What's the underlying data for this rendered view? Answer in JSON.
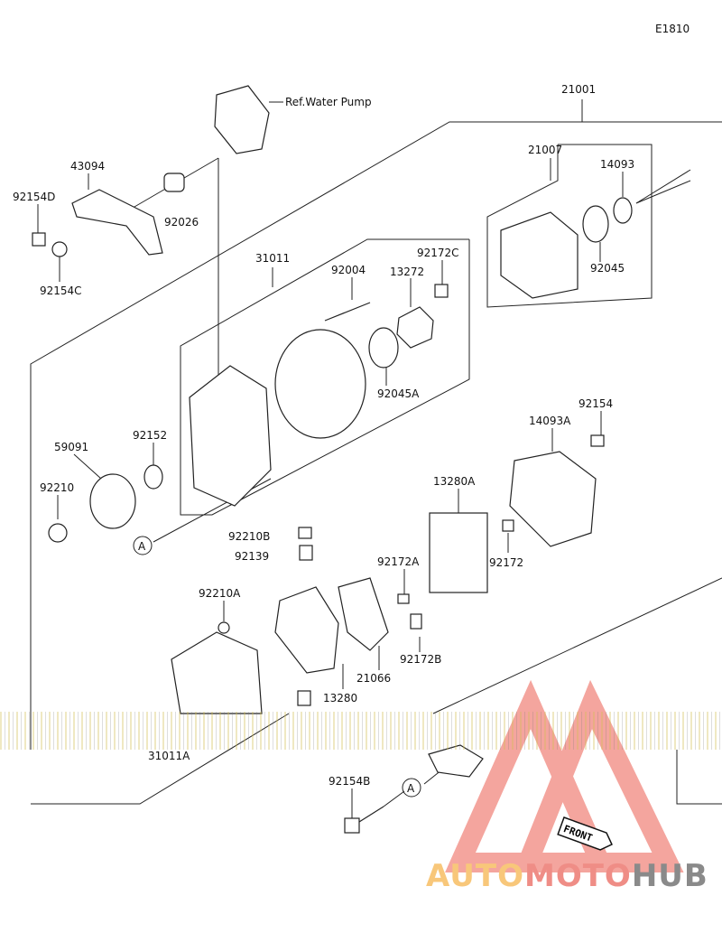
{
  "diagram_code": "E1810",
  "reference_label": "Ref.Water Pump",
  "parts": [
    {
      "id": "21001"
    },
    {
      "id": "43094"
    },
    {
      "id": "92154D"
    },
    {
      "id": "92026"
    },
    {
      "id": "92154C"
    },
    {
      "id": "21007"
    },
    {
      "id": "14093"
    },
    {
      "id": "92045"
    },
    {
      "id": "31011"
    },
    {
      "id": "92004"
    },
    {
      "id": "92172C"
    },
    {
      "id": "13272"
    },
    {
      "id": "92045A"
    },
    {
      "id": "14093A"
    },
    {
      "id": "92154"
    },
    {
      "id": "59091"
    },
    {
      "id": "92152"
    },
    {
      "id": "92210"
    },
    {
      "id": "13280A"
    },
    {
      "id": "92210B"
    },
    {
      "id": "92139"
    },
    {
      "id": "92172A"
    },
    {
      "id": "92172"
    },
    {
      "id": "92210A"
    },
    {
      "id": "92172B"
    },
    {
      "id": "21066"
    },
    {
      "id": "13280"
    },
    {
      "id": "31011A"
    },
    {
      "id": "92154B"
    }
  ],
  "callout_a": "A",
  "front_label": "FRONT",
  "watermark": {
    "part1": "AUTO",
    "part2": "MOTO",
    "part3": "HUB"
  }
}
